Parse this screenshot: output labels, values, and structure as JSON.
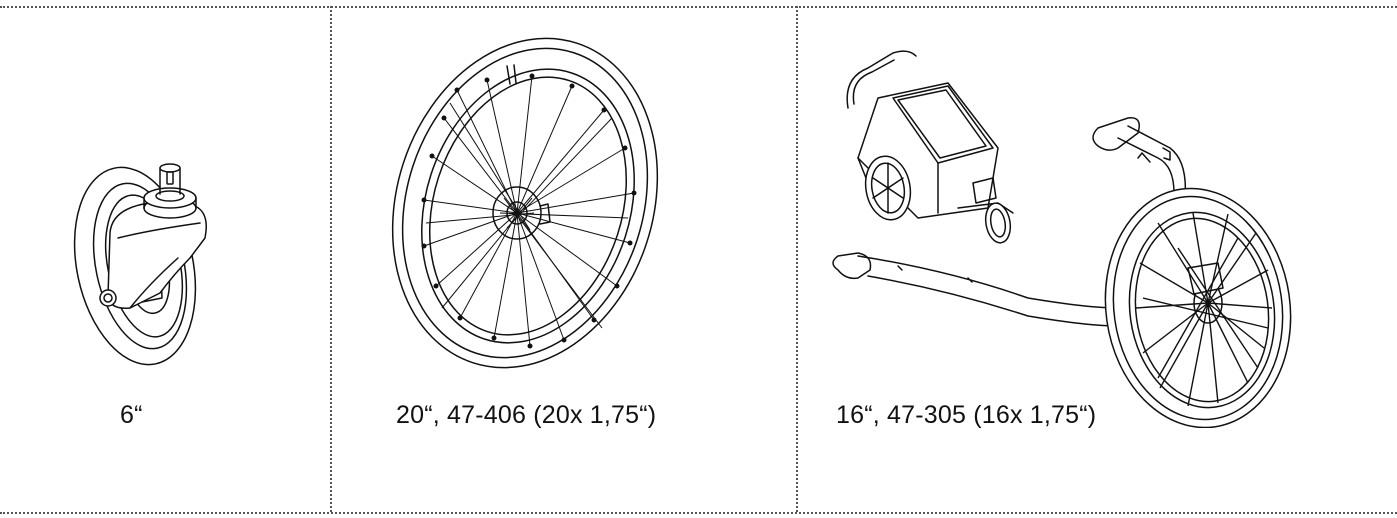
{
  "cells": [
    {
      "caption": "6“",
      "illustration": "caster-wheel-icon"
    },
    {
      "caption": "20“, 47-406 (20x 1,75“)",
      "illustration": "bicycle-wheel-icon"
    },
    {
      "caption": "16“, 47-305 (16x 1,75“)",
      "illustration": "jogging-kit-icon"
    }
  ],
  "colors": {
    "line": "#111111",
    "divider": "#555555",
    "background": "#ffffff"
  }
}
